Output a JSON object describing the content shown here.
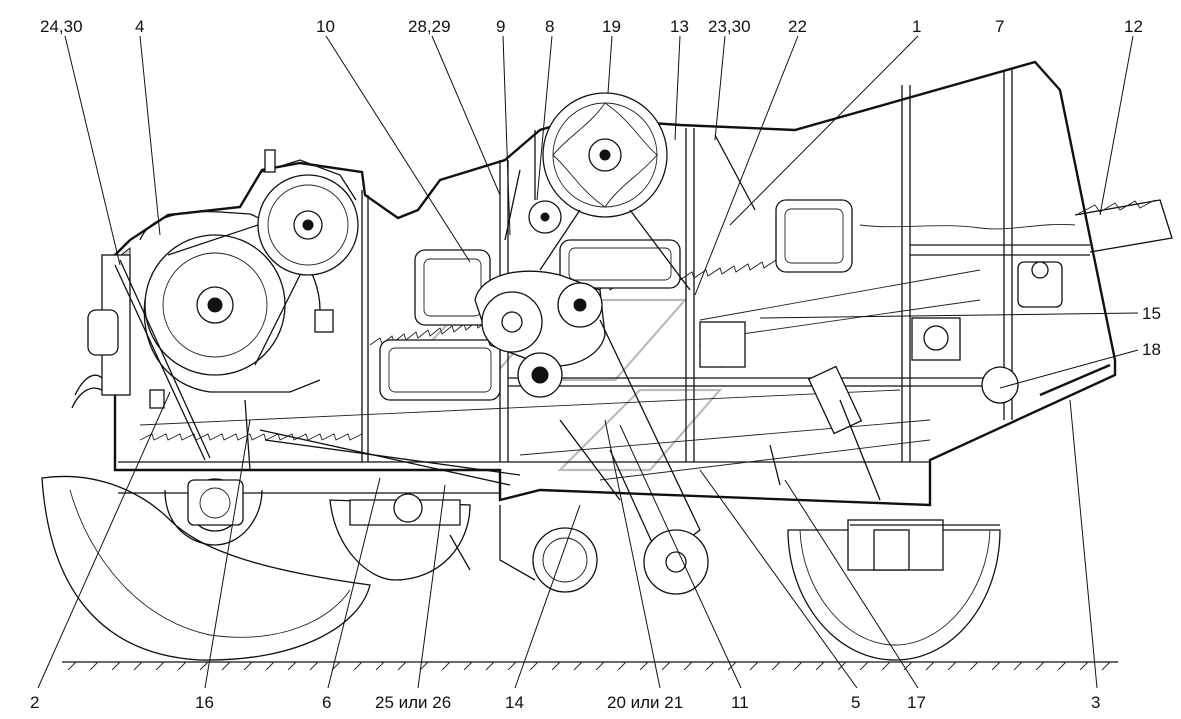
{
  "callouts": {
    "top": [
      "24,30",
      "4",
      "10",
      "28,29",
      "9",
      "8",
      "19",
      "13",
      "23,30",
      "22",
      "1",
      "7",
      "12"
    ],
    "right": [
      "15",
      "18"
    ],
    "bottom": [
      "2",
      "16",
      "6",
      "25 или 26",
      "14",
      "20 или 21",
      "11",
      "5",
      "17",
      "3"
    ]
  }
}
